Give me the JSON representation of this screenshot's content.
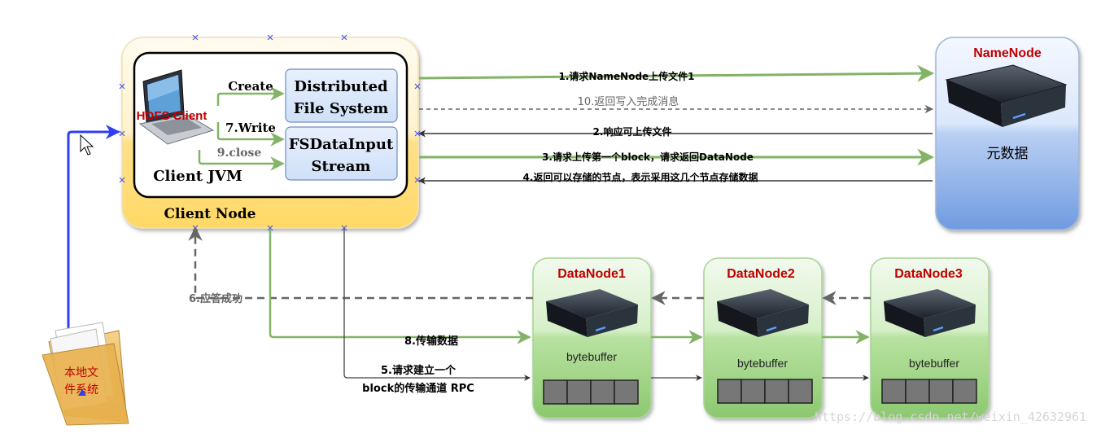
{
  "client_node": {
    "title": "Client Node",
    "jvm_label": "Client JVM",
    "hdfs_client_label": "HDFS Client",
    "dfs_box": [
      "Distributed",
      "File System"
    ],
    "fsdata_box": [
      "FSDataInput",
      "Stream"
    ],
    "ops": {
      "create": "Create",
      "write": "7.Write",
      "close": "9.close"
    }
  },
  "namenode": {
    "title": "NameNode",
    "caption": "元数据"
  },
  "datanodes": [
    {
      "title": "DataNode1",
      "buffer": "bytebuffer"
    },
    {
      "title": "DataNode2",
      "buffer": "bytebuffer"
    },
    {
      "title": "DataNode3",
      "buffer": "bytebuffer"
    }
  ],
  "local_fs": {
    "line1": "本地文",
    "line2": "件系统"
  },
  "messages": {
    "m1": "1.请求NameNode上传文件1",
    "m10": "10.返回写入完成消息",
    "m2": "2.响应可上传文件",
    "m3": "3.请求上传第一个block，请求返回DataNode",
    "m4": "4.返回可以存储的节点，表示采用这几个节点存储数据",
    "m6": "6.应答成功",
    "m8": "8.传输数据",
    "m5_line1": "5.请求建立一个",
    "m5_line2": "block的传输通道 RPC"
  },
  "watermark": "https://blog.csdn.net/weixin_42632961",
  "colors": {
    "green": "#82b366",
    "dark_arrow": "#333333",
    "dashed": "#666666",
    "blue_arrow": "#2f3ff0",
    "client_fill": "#ffd966",
    "namenode_fill": "#7ea6e0",
    "datanode_fill": "#97d077",
    "inner_box": "#dae8fc"
  },
  "icons": {
    "laptop": "laptop-icon",
    "server": "server-icon",
    "folder": "folder-icon",
    "cursor": "cursor-icon"
  }
}
